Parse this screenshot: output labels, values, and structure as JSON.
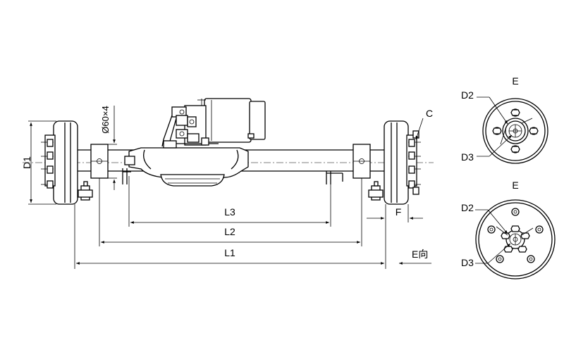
{
  "labels": {
    "d1": "D1",
    "dia": "Ø60×4",
    "c": "C",
    "l3": "L3",
    "l2": "L2",
    "l1": "L1",
    "f": "F",
    "e_dir": "E向",
    "view_top": {
      "e": "E",
      "d2": "D2",
      "d3": "D3"
    },
    "view_bottom": {
      "e": "E",
      "d2": "D2",
      "d3": "D3"
    }
  }
}
